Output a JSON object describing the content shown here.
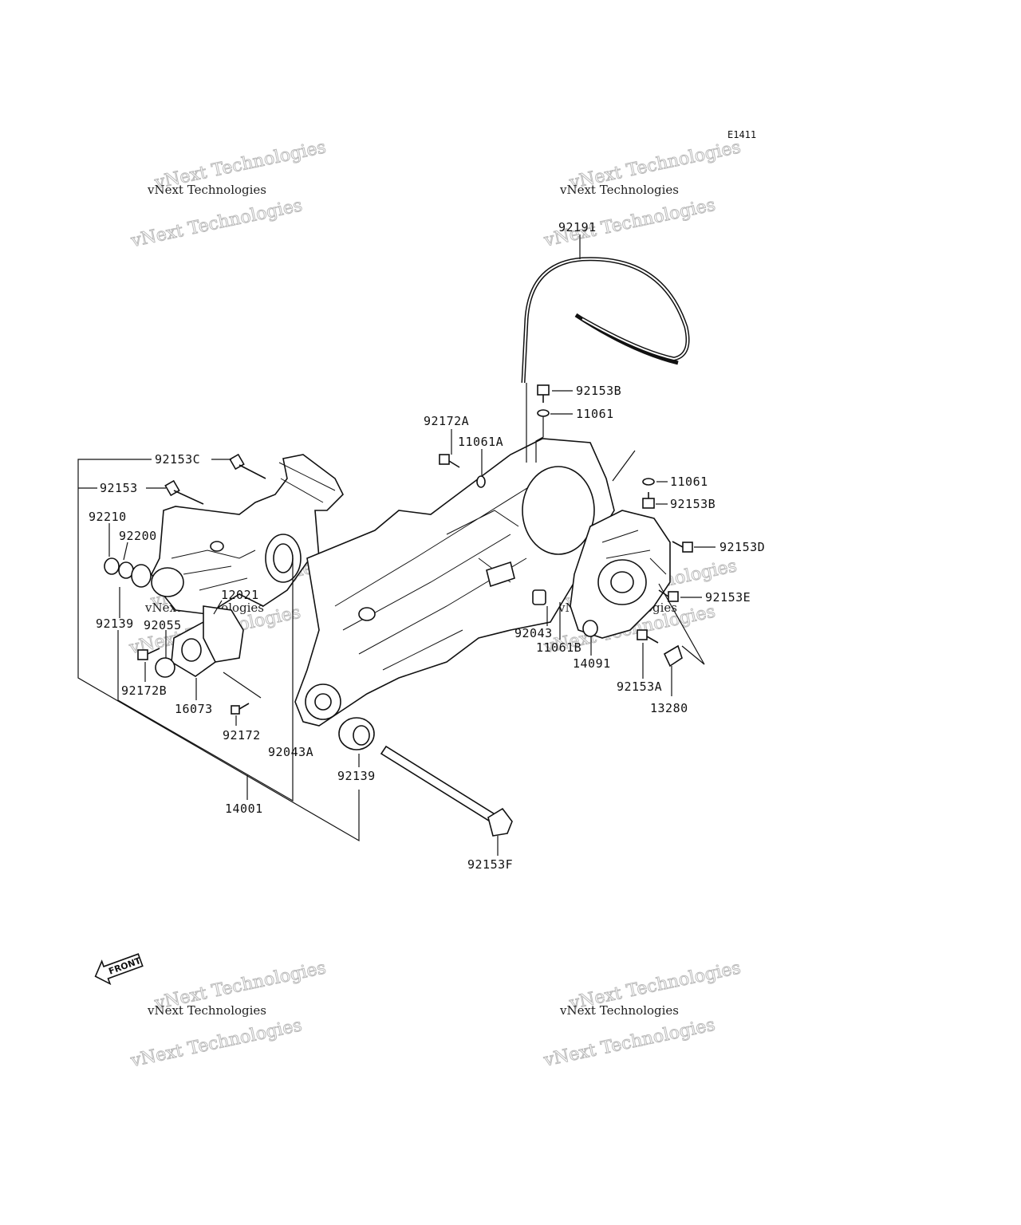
{
  "diagram_code": "E1411",
  "watermark": {
    "line1": "vNext Technologies",
    "line2": "vNext Technologies"
  },
  "front_marker": "FRONT",
  "parts": {
    "p92191": "92191",
    "p92153B_top": "92153B",
    "p11061_top": "11061",
    "p92172A": "92172A",
    "p11061A": "11061A",
    "p92153C": "92153C",
    "p92153": "92153",
    "p11061_right": "11061",
    "p92153B_right": "92153B",
    "p92210": "92210",
    "p92200": "92200",
    "p92153D": "92153D",
    "p12021": "12021",
    "p92153E": "92153E",
    "p92139_left": "92139",
    "p92055": "92055",
    "p92043": "92043",
    "p11061B": "11061B",
    "p14091": "14091",
    "p92172B": "92172B",
    "p92153A": "92153A",
    "p16073": "16073",
    "p13280": "13280",
    "p92172": "92172",
    "p92043A": "92043A",
    "p92139_bottom": "92139",
    "p14001": "14001",
    "p92153F": "92153F"
  }
}
